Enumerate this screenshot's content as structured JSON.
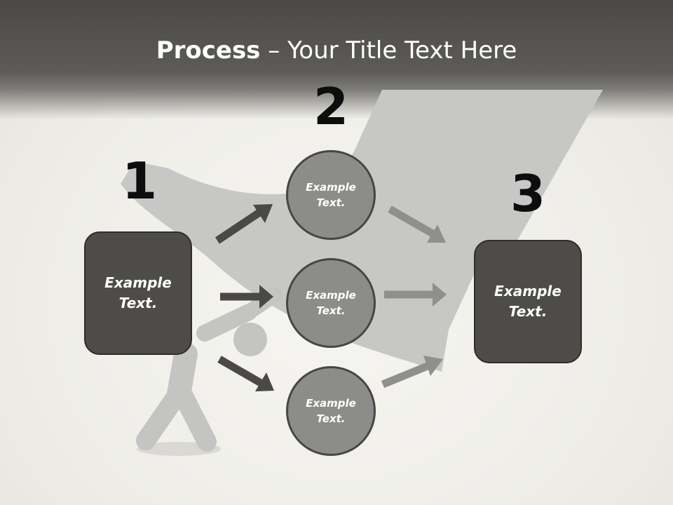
{
  "title": {
    "bold": "Process",
    "rest": " – Your Title Text Here"
  },
  "steps": {
    "one": {
      "number": "1",
      "box_text": "Example Text."
    },
    "two": {
      "number": "2",
      "circles": [
        "Example Text.",
        "Example Text.",
        "Example Text."
      ]
    },
    "three": {
      "number": "3",
      "box_text": "Example Text."
    }
  },
  "colors": {
    "header": "#4a4946",
    "box_fill": "#4d4c49",
    "circle_fill": "#8c8c8a",
    "arrow_dark": "#4a4947",
    "arrow_light": "#8f8f8d",
    "figure": "#c4c4c2"
  },
  "icons": [
    "person-pushing-icon",
    "arrow-icon"
  ]
}
